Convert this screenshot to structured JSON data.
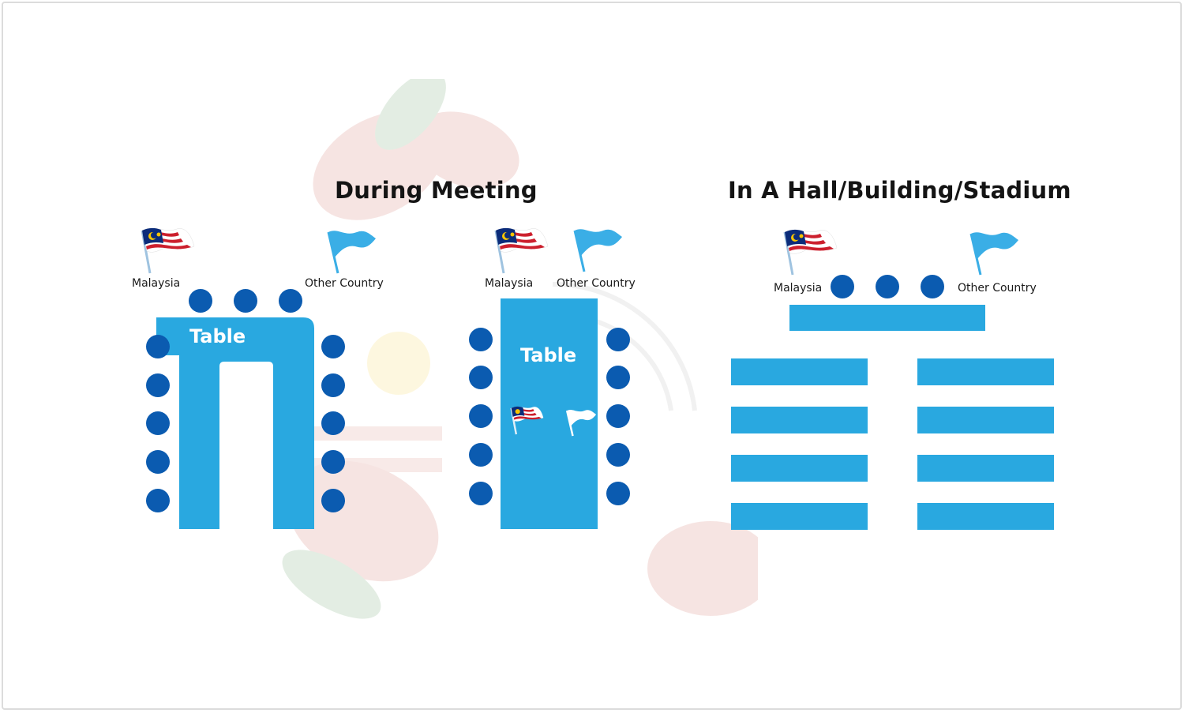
{
  "titles": {
    "meeting": "During Meeting",
    "hall": "In A Hall/Building/Stadium"
  },
  "labels": {
    "malaysia": "Malaysia",
    "other_country": "Other Country",
    "table": "Table"
  },
  "colors": {
    "table_blue": "#29a8e0",
    "seat_blue": "#0b5bb0",
    "flag_blue": "#3aaee6",
    "malaysia_red": "#cc1f2d",
    "malaysia_navy": "#0b2c7a",
    "malaysia_yellow": "#f6c400"
  },
  "icons": [
    "malaysia-flag-icon",
    "other-country-flag-icon"
  ]
}
